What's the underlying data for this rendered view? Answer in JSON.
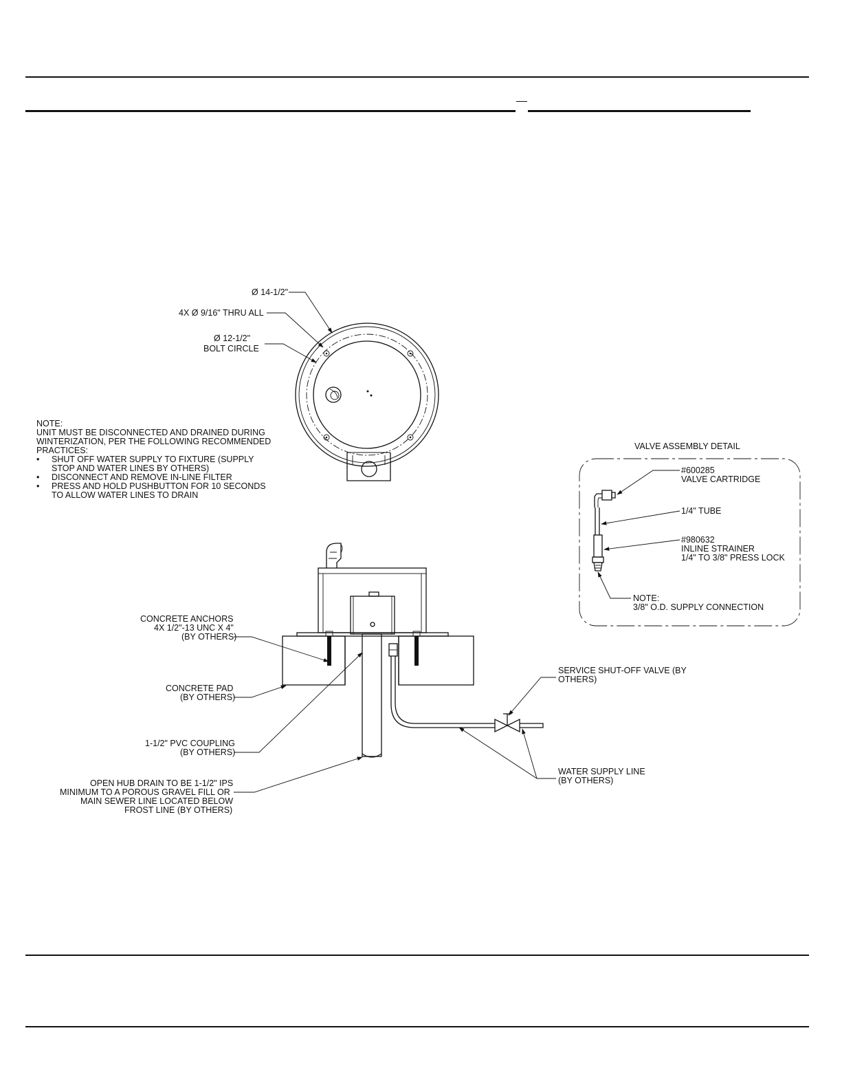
{
  "top_view": {
    "dim_outer": "Ø 14-1/2\"",
    "dim_holes": "4X  Ø  9/16\" THRU ALL",
    "dim_bolt_circle_line1": "Ø 12-1/2\"",
    "dim_bolt_circle_line2": "BOLT CIRCLE"
  },
  "note": {
    "lines": [
      "NOTE:",
      "UNIT MUST BE DISCONNECTED AND DRAINED DURING",
      "WINTERIZATION, PER THE FOLLOWING RECOMMENDED",
      "PRACTICES:"
    ],
    "bullets": [
      [
        "SHUT OFF WATER SUPPLY TO FIXTURE (SUPPLY",
        "STOP AND WATER LINES BY OTHERS)"
      ],
      [
        "DISCONNECT AND REMOVE IN-LINE FILTER"
      ],
      [
        "PRESS AND HOLD PUSHBUTTON FOR 10 SECONDS",
        "TO ALLOW WATER LINES TO DRAIN"
      ]
    ],
    "bullet_char": "•"
  },
  "valve_detail": {
    "title": "VALVE ASSEMBLY DETAIL",
    "cartridge": [
      "#600285",
      "VALVE CARTRIDGE"
    ],
    "tube": "1/4\" TUBE",
    "strainer": [
      "#980632",
      "INLINE STRAINER",
      "1/4\" TO 3/8\" PRESS LOCK"
    ],
    "supply_note": [
      "NOTE:",
      "3/8\" O.D. SUPPLY CONNECTION"
    ]
  },
  "side_view": {
    "anchors": [
      "CONCRETE ANCHORS",
      "4X 1/2\"-13 UNC X 4\"",
      "(BY OTHERS)"
    ],
    "pad": [
      "CONCRETE PAD",
      "(BY OTHERS)"
    ],
    "coupling": [
      "1-1/2\" PVC COUPLING",
      "(BY OTHERS)"
    ],
    "drain": [
      "OPEN HUB DRAIN TO BE 1-1/2\" IPS",
      "MINIMUM TO A POROUS GRAVEL FILL OR",
      "MAIN SEWER LINE LOCATED BELOW",
      "FROST LINE (BY OTHERS)"
    ],
    "shutoff": [
      "SERVICE SHUT-OFF VALVE (BY",
      "OTHERS)"
    ],
    "supply_line": [
      "WATER SUPPLY LINE",
      "(BY OTHERS)"
    ]
  }
}
